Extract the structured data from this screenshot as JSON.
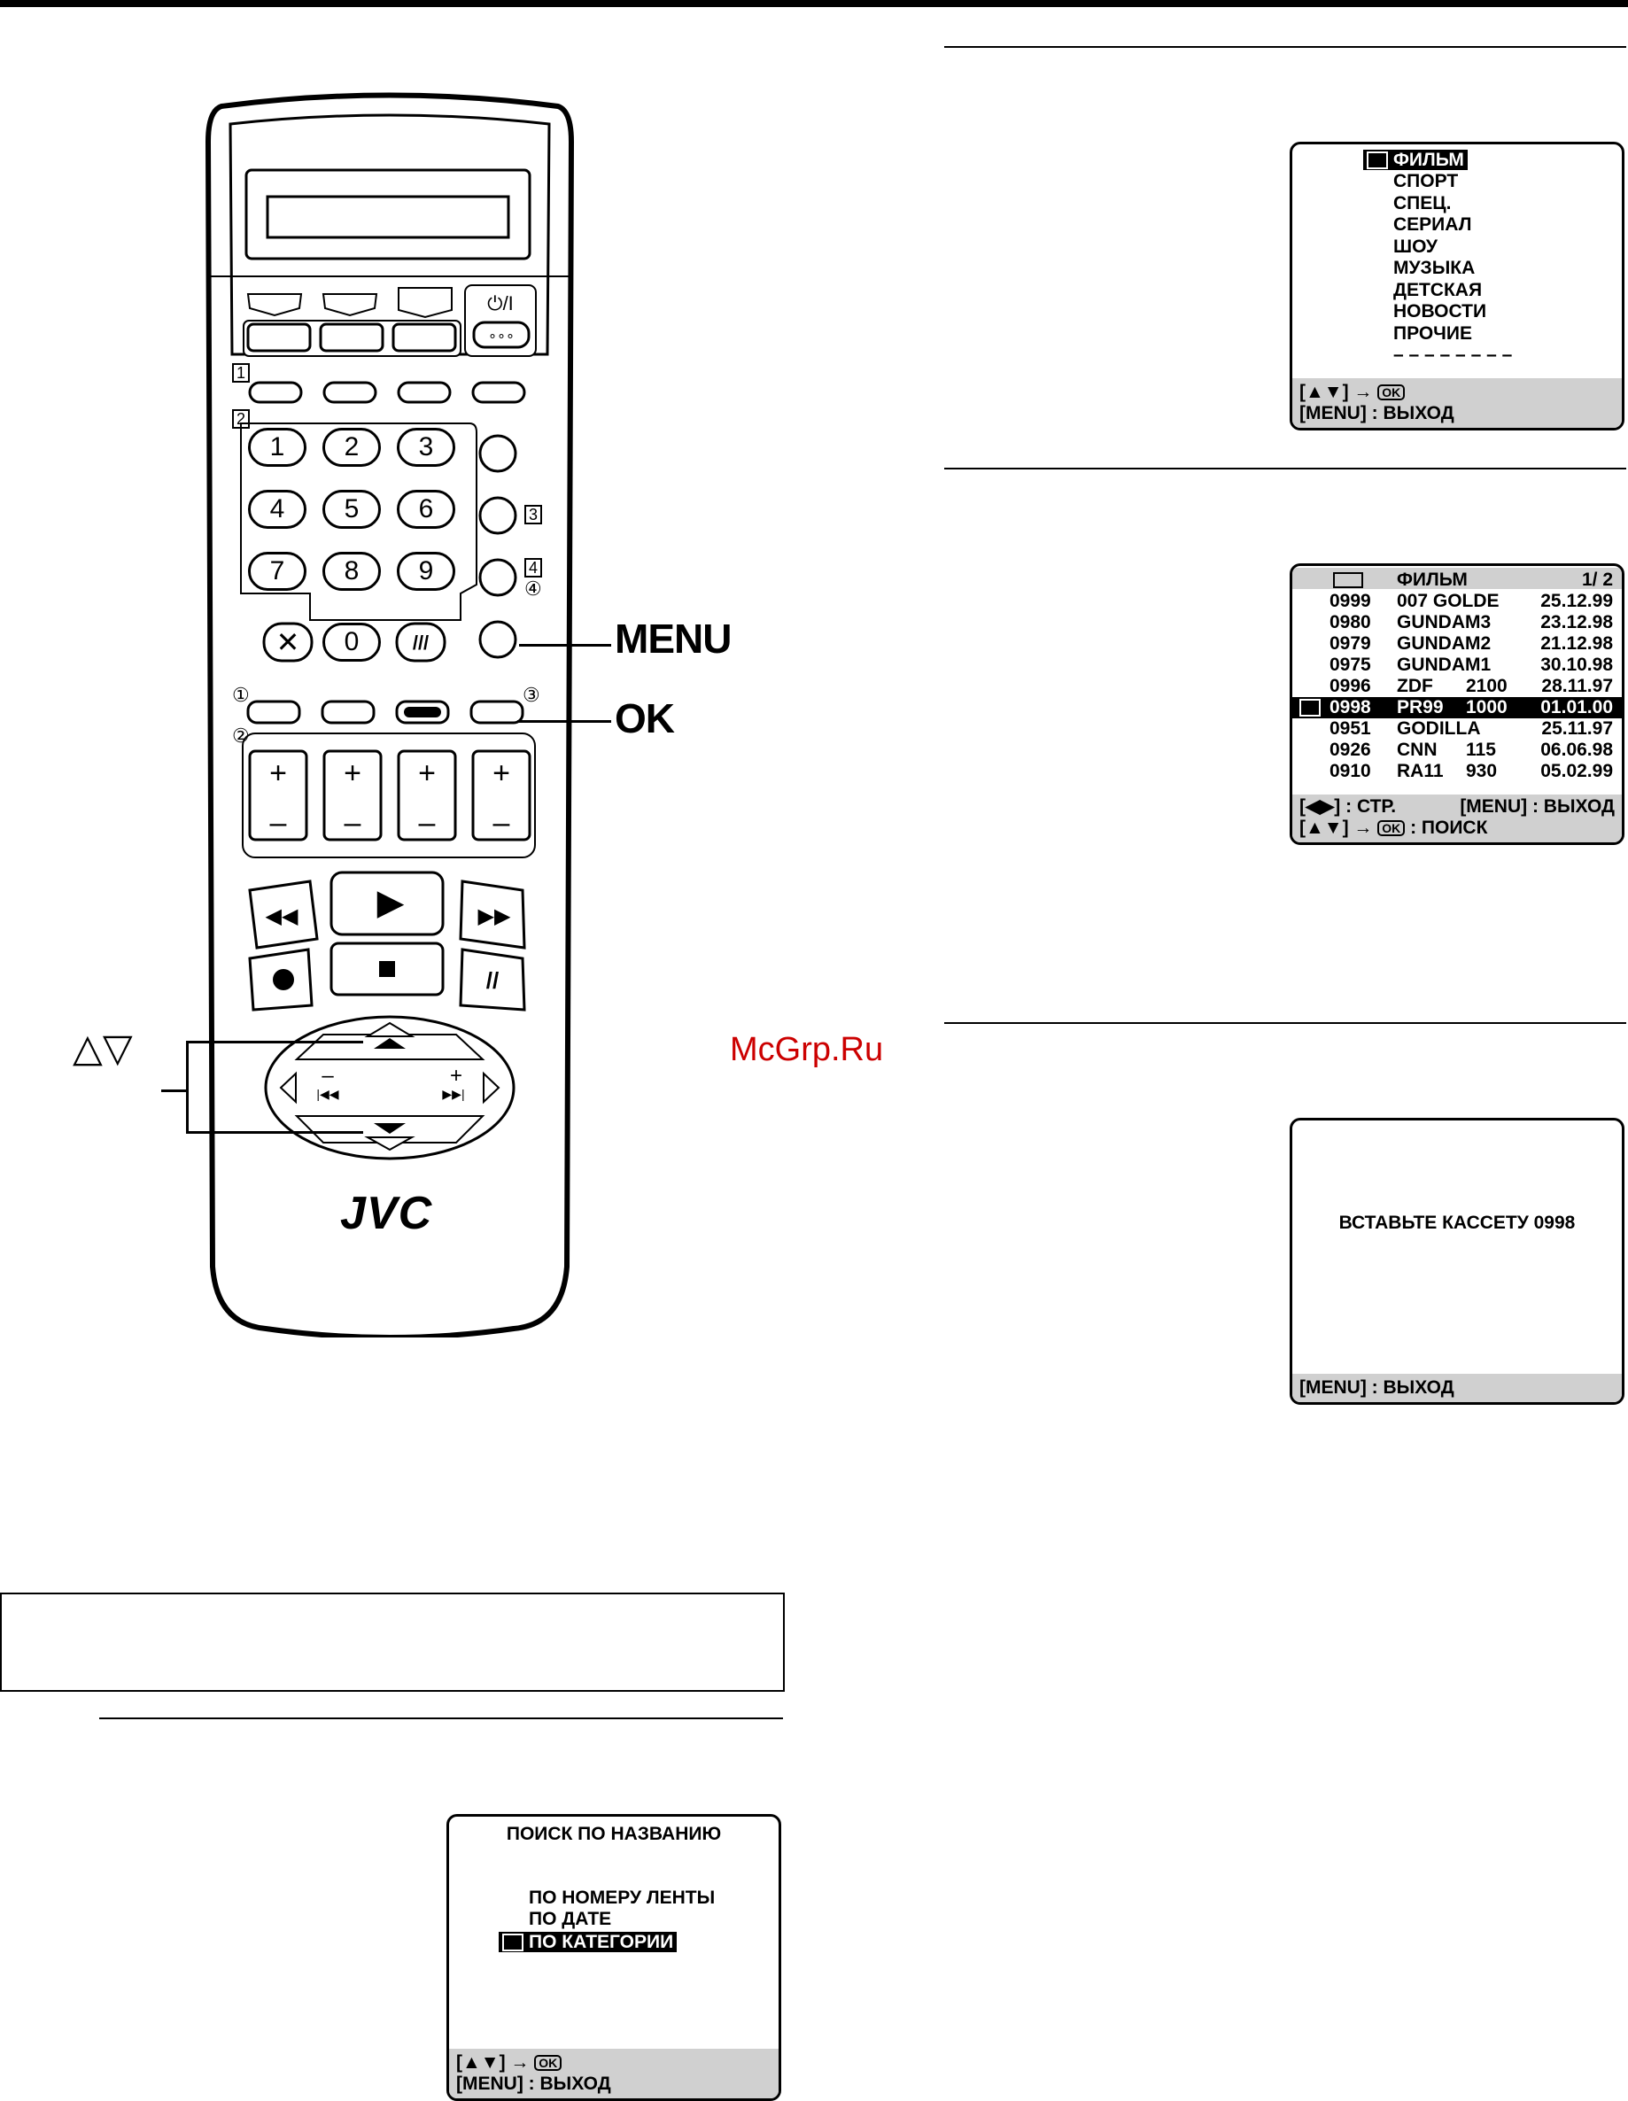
{
  "labels": {
    "menu": "MENU",
    "ok": "OK",
    "arrows": "△▽",
    "brand": "JVC",
    "watermark": "McGrp.Ru"
  },
  "remote": {
    "numbers": [
      "1",
      "2",
      "3",
      "4",
      "5",
      "6",
      "7",
      "8",
      "9",
      "0"
    ],
    "tabs": [
      "1",
      "2",
      "3",
      "4"
    ],
    "circled": [
      "①",
      "②",
      "③",
      "④"
    ]
  },
  "screen_category": {
    "items": [
      "ФИЛЬМ",
      "СПОРТ",
      "СПЕЦ.",
      "СЕРИАЛ",
      "ШОУ",
      "МУЗЫКА",
      "ДЕТСКАЯ",
      "НОВОСТИ",
      "ПРОЧИЕ",
      "– – – – – – – –"
    ],
    "selected_index": 0,
    "foot1_prefix": "[▲▼]",
    "foot1_ok": "OK",
    "foot2": "[MENU] : ВЫХОД"
  },
  "screen_list": {
    "header_title": "ФИЛЬМ",
    "header_page": "1/ 2",
    "rows": [
      {
        "no": "0999",
        "name": "007 GOLDE",
        "ch": "",
        "date": "25.12.99"
      },
      {
        "no": "0980",
        "name": "GUNDAM3",
        "ch": "",
        "date": "23.12.98"
      },
      {
        "no": "0979",
        "name": "GUNDAM2",
        "ch": "",
        "date": "21.12.98"
      },
      {
        "no": "0975",
        "name": "GUNDAM1",
        "ch": "",
        "date": "30.10.98"
      },
      {
        "no": "0996",
        "name": "ZDF",
        "ch": "2100",
        "date": "28.11.97"
      },
      {
        "no": "0998",
        "name": "PR99",
        "ch": "1000",
        "date": "01.01.00"
      },
      {
        "no": "0951",
        "name": "GODILLA",
        "ch": "",
        "date": "25.11.97"
      },
      {
        "no": "0926",
        "name": "CNN",
        "ch": "115",
        "date": "06.06.98"
      },
      {
        "no": "0910",
        "name": "RA11",
        "ch": "930",
        "date": "05.02.99"
      }
    ],
    "selected_index": 5,
    "foot1_left": "[◀▶] : СТР.",
    "foot1_right": "[MENU] : ВЫХОД",
    "foot2_prefix": "[▲▼]",
    "foot2_ok": "OK",
    "foot2_suffix": ": ПОИСК"
  },
  "screen_insert": {
    "message": "ВСТАВЬТЕ КАССЕТУ 0998",
    "foot": "[MENU] : ВЫХОД"
  },
  "screen_search": {
    "title": "ПОИСК ПО НАЗВАНИЮ",
    "options": [
      "ПО НОМЕРУ ЛЕНТЫ",
      "ПО ДАТЕ",
      "ПО КАТЕГОРИИ"
    ],
    "selected_index": 2,
    "foot1_prefix": "[▲▼]",
    "foot1_ok": "OK",
    "foot2": "[MENU] : ВЫХОД"
  }
}
